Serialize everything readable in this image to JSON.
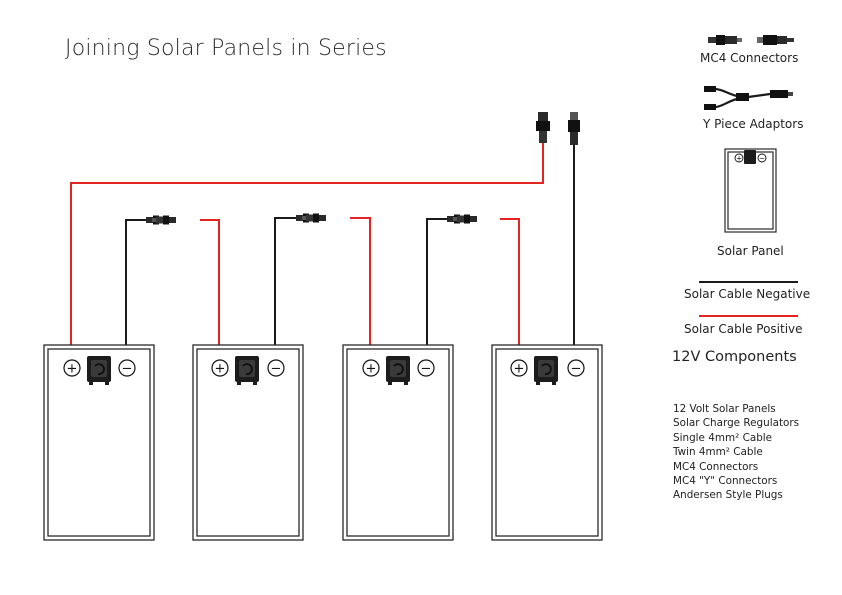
{
  "title": "Joining Solar Panels in Series",
  "legend": {
    "mc4_connectors": "MC4 Connectors",
    "y_piece_adaptors": "Y Piece Adaptors",
    "solar_panel": "Solar Panel",
    "cable_negative": "Solar Cable Negative",
    "cable_positive": "Solar Cable Positive"
  },
  "components": {
    "heading": "12V Components",
    "items": [
      "12 Volt Solar Panels",
      "Solar Charge Regulators",
      "Single  4mm² Cable",
      "Twin  4mm² Cable",
      "MC4 Connectors",
      "MC4 \"Y\" Connectors",
      "Andersen Style Plugs"
    ]
  },
  "panels": [
    {
      "positive_symbol": "+",
      "negative_symbol": "−"
    },
    {
      "positive_symbol": "+",
      "negative_symbol": "−"
    },
    {
      "positive_symbol": "+",
      "negative_symbol": "−"
    },
    {
      "positive_symbol": "+",
      "negative_symbol": "−"
    }
  ],
  "colors": {
    "positive_cable": "#e32521",
    "negative_cable": "#1a1a1a",
    "panel_border": "#2a2a2a",
    "junction_box": "#1c1c1c"
  }
}
